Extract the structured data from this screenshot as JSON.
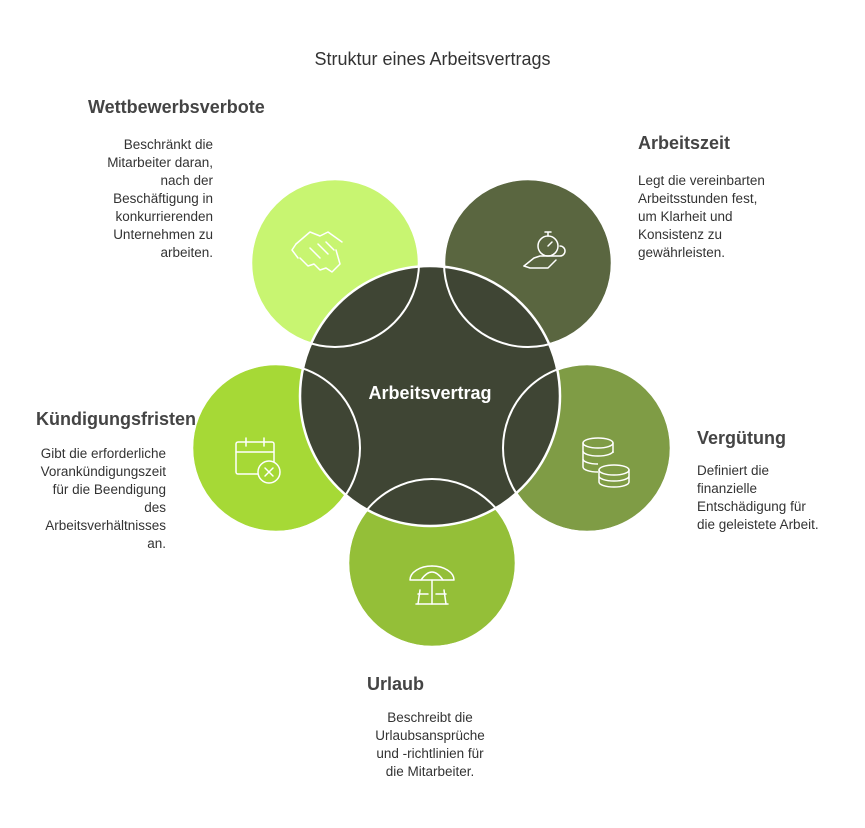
{
  "title": "Struktur eines Arbeitsvertrags",
  "center": {
    "label": "Arbeitsvertrag",
    "color": "#3f4534"
  },
  "items": [
    {
      "heading": "Wettbewerbsverbote",
      "desc": [
        "Beschränkt die",
        "Mitarbeiter daran,",
        "nach der",
        "Beschäftigung in",
        "konkurrierenden",
        "Unternehmen zu",
        "arbeiten."
      ],
      "color": "#c8f571",
      "icon": "handshake-icon"
    },
    {
      "heading": "Arbeitszeit",
      "desc": [
        "Legt die vereinbarten",
        "Arbeitsstunden fest,",
        "um Klarheit und",
        "Konsistenz zu",
        "gewährleisten."
      ],
      "color": "#5a6640",
      "icon": "stopwatch-hand-icon"
    },
    {
      "heading": "Vergütung",
      "desc": [
        "Definiert die",
        "finanzielle",
        "Entschädigung für",
        "die geleistete Arbeit."
      ],
      "color": "#7f9c45",
      "icon": "coins-icon"
    },
    {
      "heading": "Urlaub",
      "desc": [
        "Beschreibt die",
        "Urlaubsansprüche",
        "und -richtlinien für",
        "die Mitarbeiter."
      ],
      "color": "#94bf38",
      "icon": "beach-umbrella-icon"
    },
    {
      "heading": "Kündigungsfristen",
      "desc": [
        "Gibt die erforderliche",
        "Vorankündigungszeit",
        "für die Beendigung",
        "des",
        "Arbeitsverhältnisses",
        "an."
      ],
      "color": "#a6d936",
      "icon": "calendar-cancel-icon"
    }
  ]
}
